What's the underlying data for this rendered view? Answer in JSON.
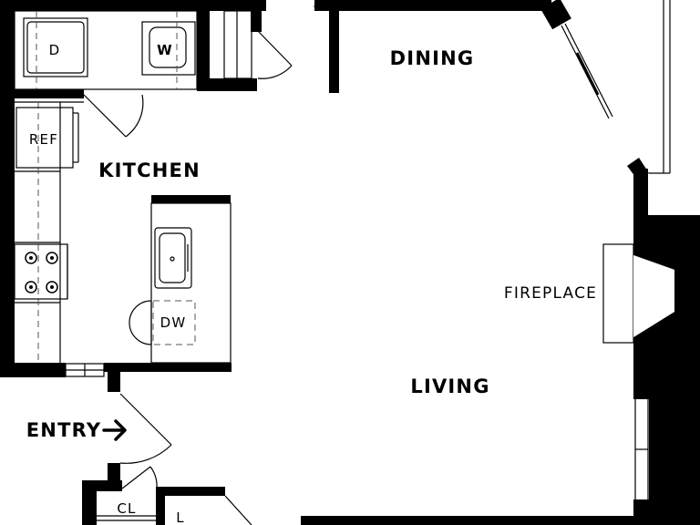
{
  "rooms": {
    "dining": "DINING",
    "kitchen": "KITCHEN",
    "living": "LIVING",
    "entry": "ENTRY",
    "fireplace": "FIREPLACE"
  },
  "fixtures": {
    "dryer": "D",
    "washer": "W",
    "refrigerator": "REF",
    "dishwasher": "DW",
    "closet": "CL",
    "linen": "L"
  },
  "colors": {
    "wall": "#000000",
    "background": "#ffffff"
  }
}
